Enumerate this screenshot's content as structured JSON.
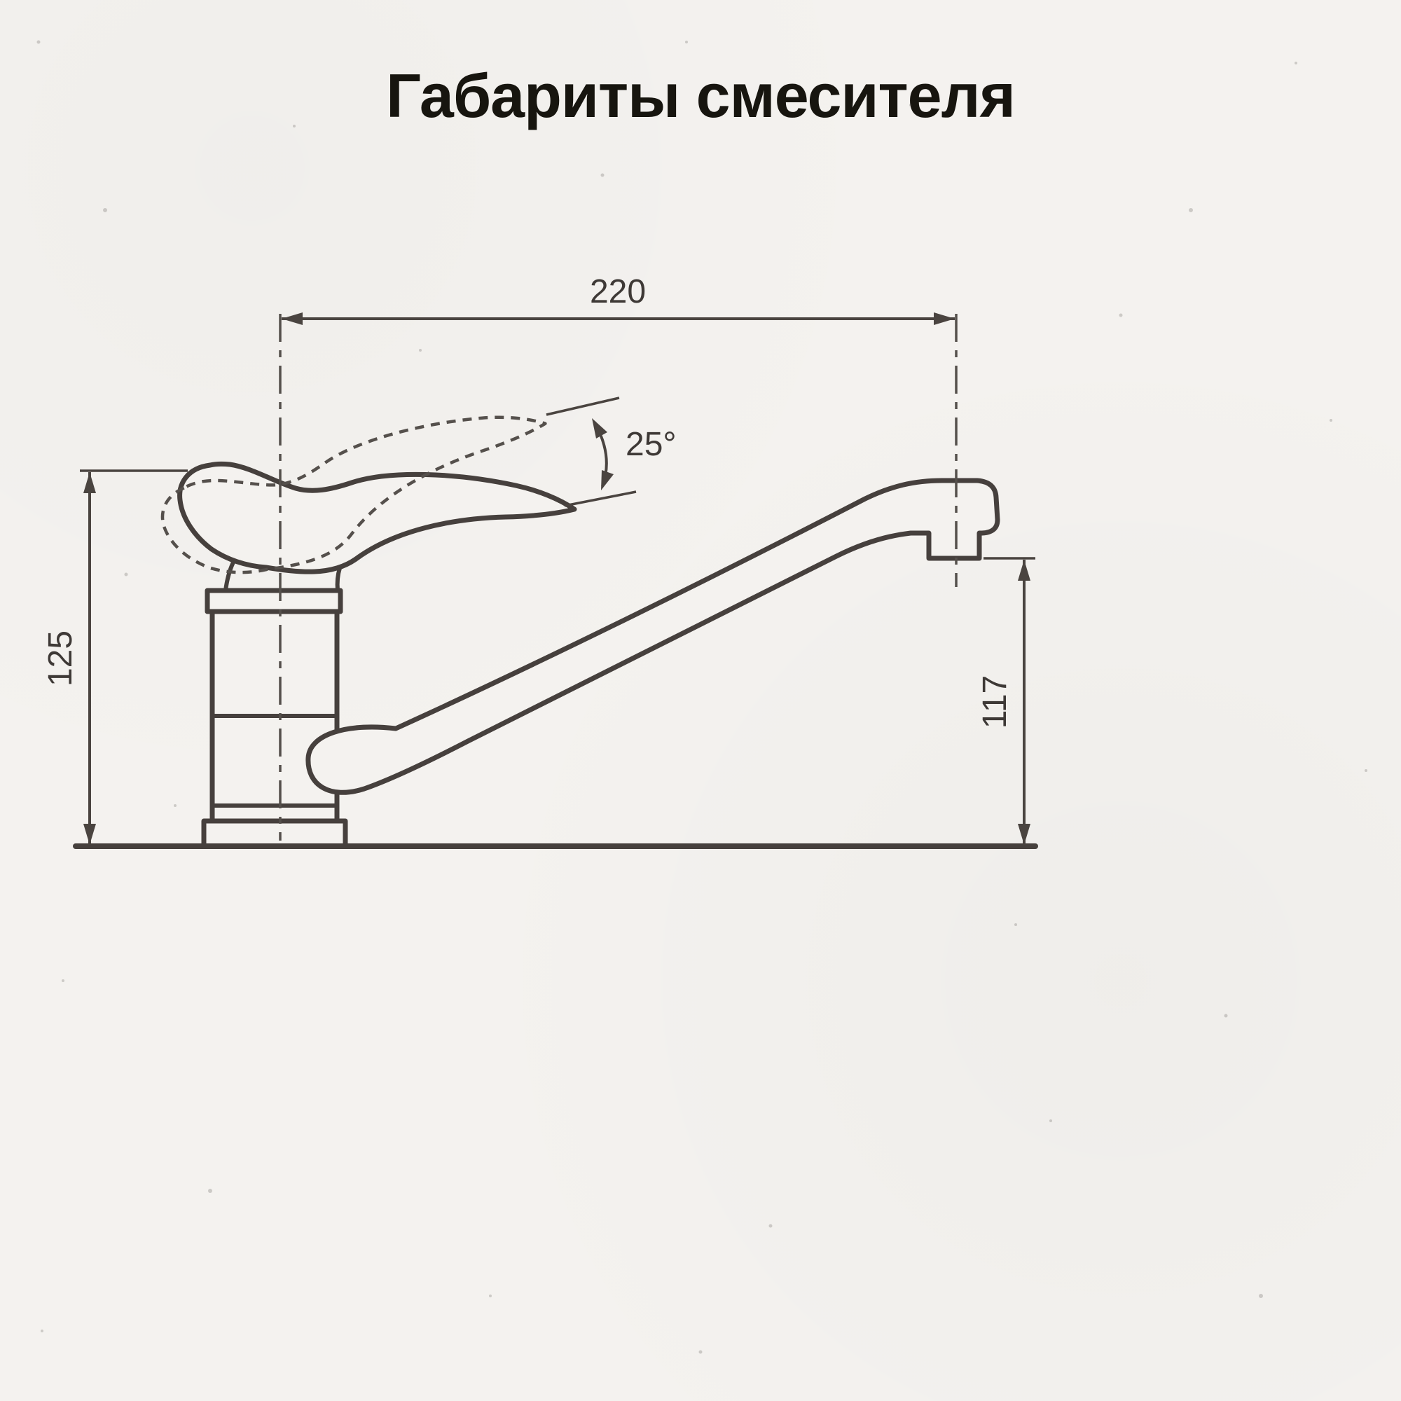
{
  "title": "Габариты смесителя",
  "drawing": {
    "line_color": "#46403d",
    "paper_color": "#f4f2ef",
    "labels": {
      "overall_width": "220",
      "lever_angle": "25°",
      "body_height": "125",
      "spout_height": "117"
    }
  }
}
